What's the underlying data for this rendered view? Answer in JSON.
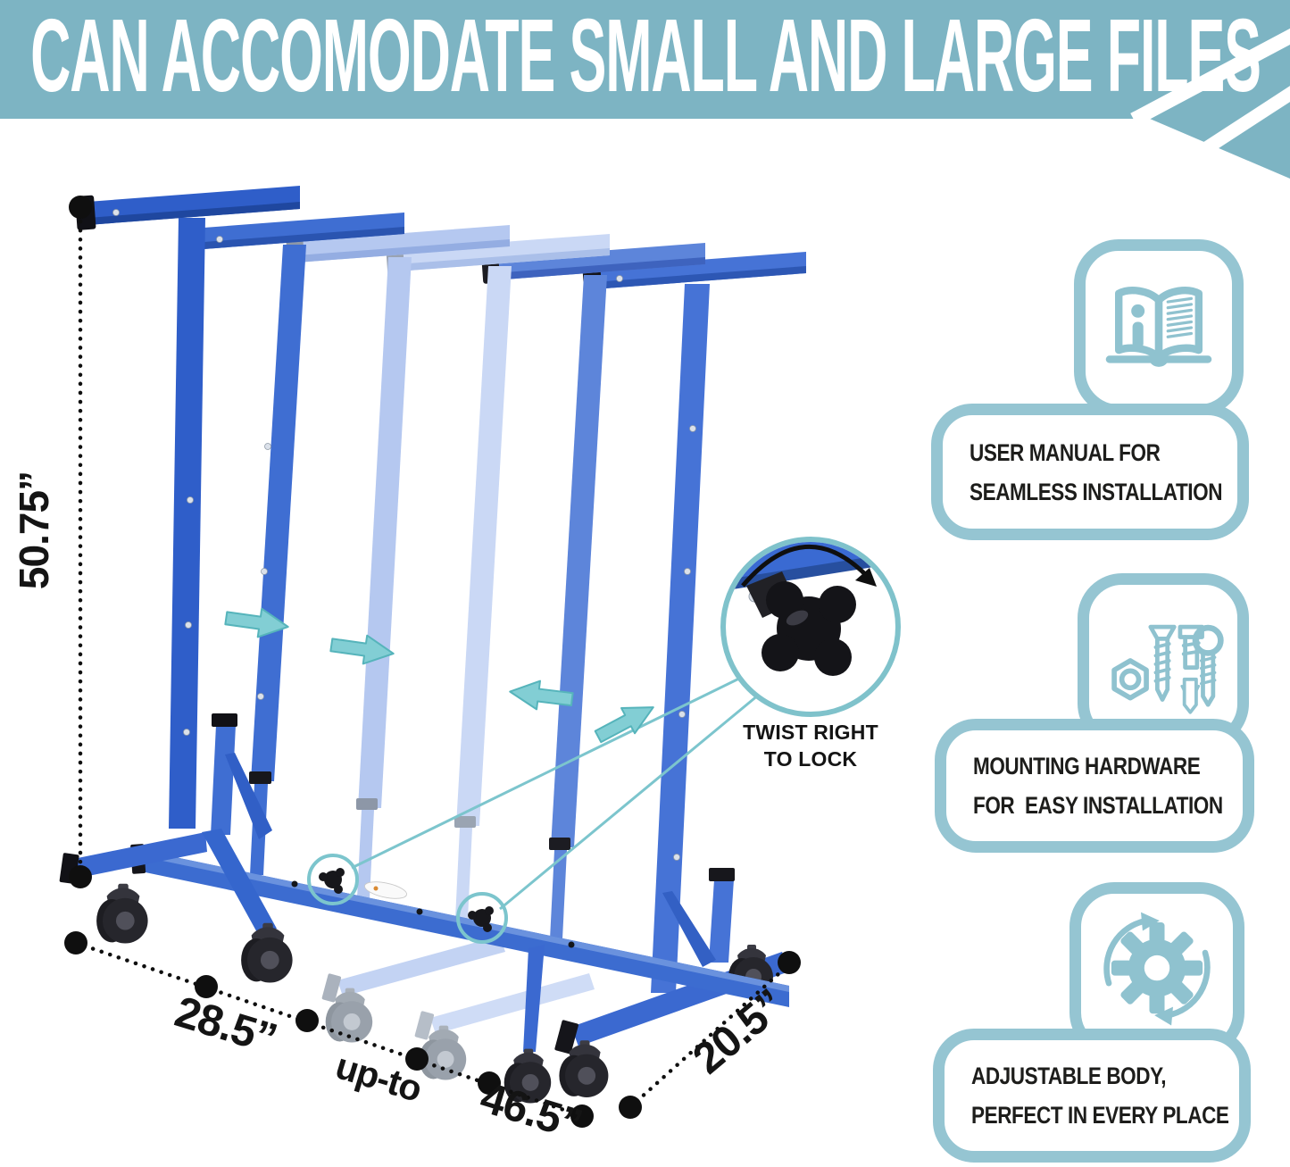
{
  "banner": {
    "title": "CAN ACCOMODATE SMALL AND LARGE FILES"
  },
  "dimensions": {
    "height": "50.75”",
    "depth_min": "28.5”",
    "range_word": "up-to",
    "depth_max": "46.5”",
    "width": "20.5”"
  },
  "knob_callout": {
    "line1": "TWIST RIGHT",
    "line2": "TO LOCK"
  },
  "features": [
    {
      "icon": "user-manual-book-icon",
      "line1": "USER MANUAL FOR",
      "line2": "SEAMLESS INSTALLATION"
    },
    {
      "icon": "mounting-hardware-icon",
      "line1": "MOUNTING HARDWARE",
      "line2": "FOR  EASY INSTALLATION"
    },
    {
      "icon": "adjustable-gear-icon",
      "line1": "ADJUSTABLE BODY,",
      "line2": "PERFECT IN EVERY PLACE"
    }
  ],
  "palette": {
    "banner_teal": "#7db4c3",
    "callout_border_teal": "#95c5d2",
    "icon_teal": "#8fc2cf",
    "rack_blue": "#3b69d0",
    "rack_blue_ghost": "#c3d3f3",
    "annotation_black": "#141414"
  }
}
